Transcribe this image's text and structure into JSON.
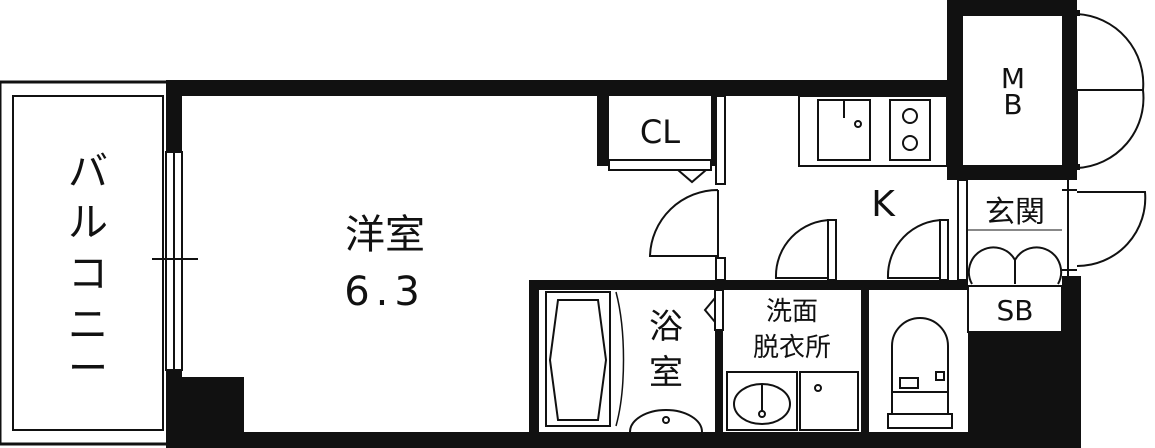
{
  "labels": {
    "balcony": "バルコニー",
    "western_room": "洋室",
    "area": "6.3",
    "closet": "CL",
    "kitchen": "K",
    "meter_box_top": "M",
    "meter_box_bottom": "B",
    "entrance": "玄関",
    "shoe_box": "SB",
    "bath_top": "浴",
    "bath_bottom": "室",
    "washroom_top": "洗面",
    "washroom_bottom": "脱衣所"
  },
  "colors": {
    "wall": "#111111",
    "background": "#ffffff"
  }
}
